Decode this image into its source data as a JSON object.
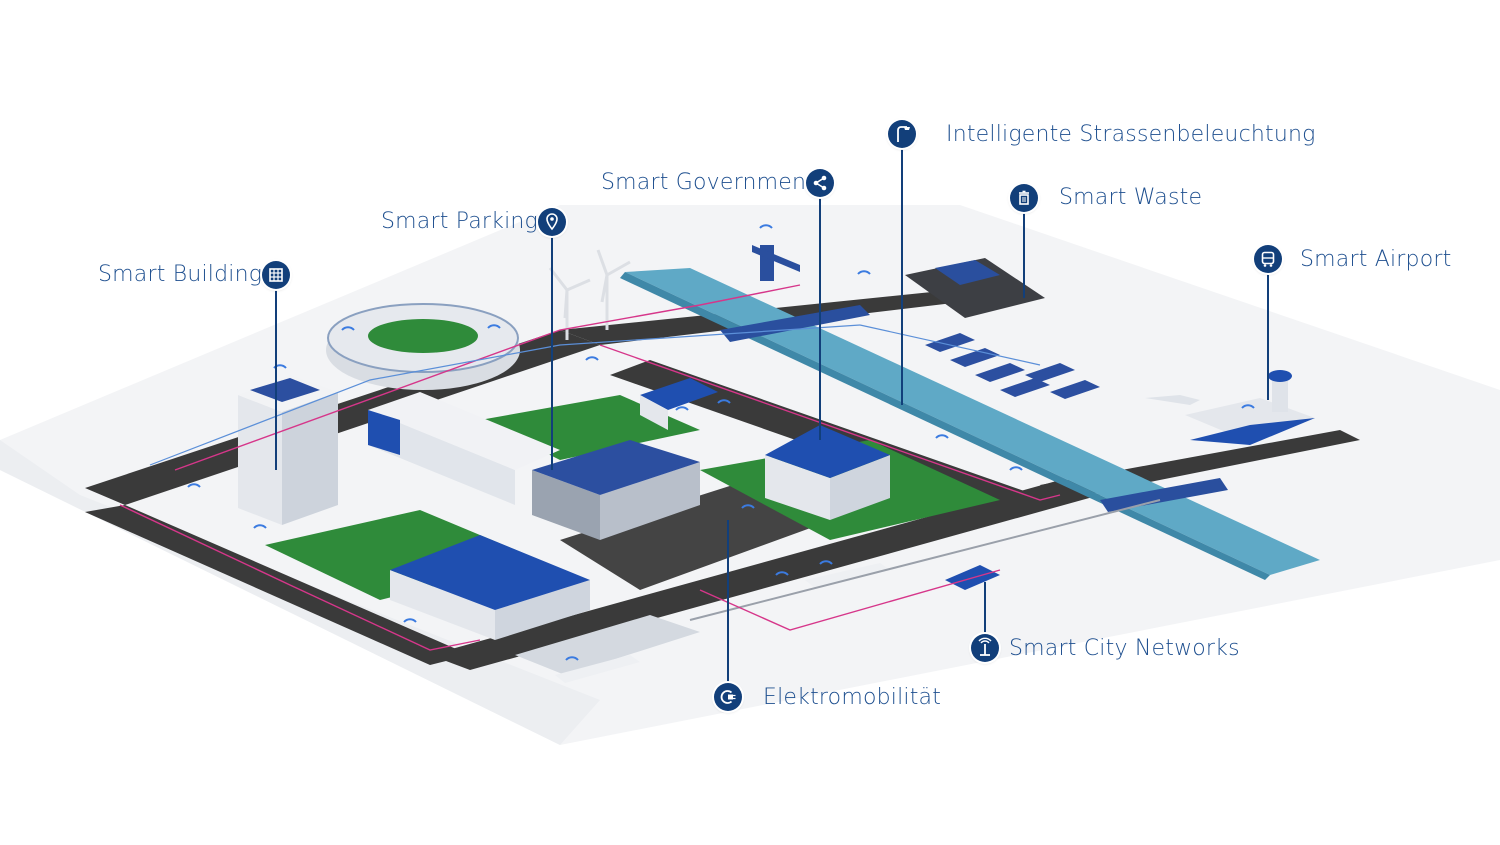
{
  "colors": {
    "accent": "#123f7a",
    "label_text": "#1e4f8f",
    "building_blue": "#1f4fb0",
    "water": "#5fa9c6",
    "grass": "#2f8b3a",
    "road": "#3a3a3a",
    "cable": "#d6368a",
    "data_line": "#5b8fd8"
  },
  "hotspots": [
    {
      "id": "smart-building",
      "label": "Smart Building",
      "icon": "building-grid-icon"
    },
    {
      "id": "smart-parking",
      "label": "Smart Parking",
      "icon": "location-pin-icon"
    },
    {
      "id": "smart-government",
      "label": "Smart Government",
      "icon": "share-icon"
    },
    {
      "id": "street-lighting",
      "label": "Intelligente Strassenbeleuchtung",
      "icon": "street-lamp-icon"
    },
    {
      "id": "smart-waste",
      "label": "Smart Waste",
      "icon": "trash-bin-icon"
    },
    {
      "id": "smart-airport",
      "label": "Smart Airport",
      "icon": "bus-icon"
    },
    {
      "id": "smart-city-networks",
      "label": "Smart City Networks",
      "icon": "network-tower-icon"
    },
    {
      "id": "elektromobilitaet",
      "label": "Elektromobilität",
      "icon": "ev-plug-icon"
    }
  ]
}
